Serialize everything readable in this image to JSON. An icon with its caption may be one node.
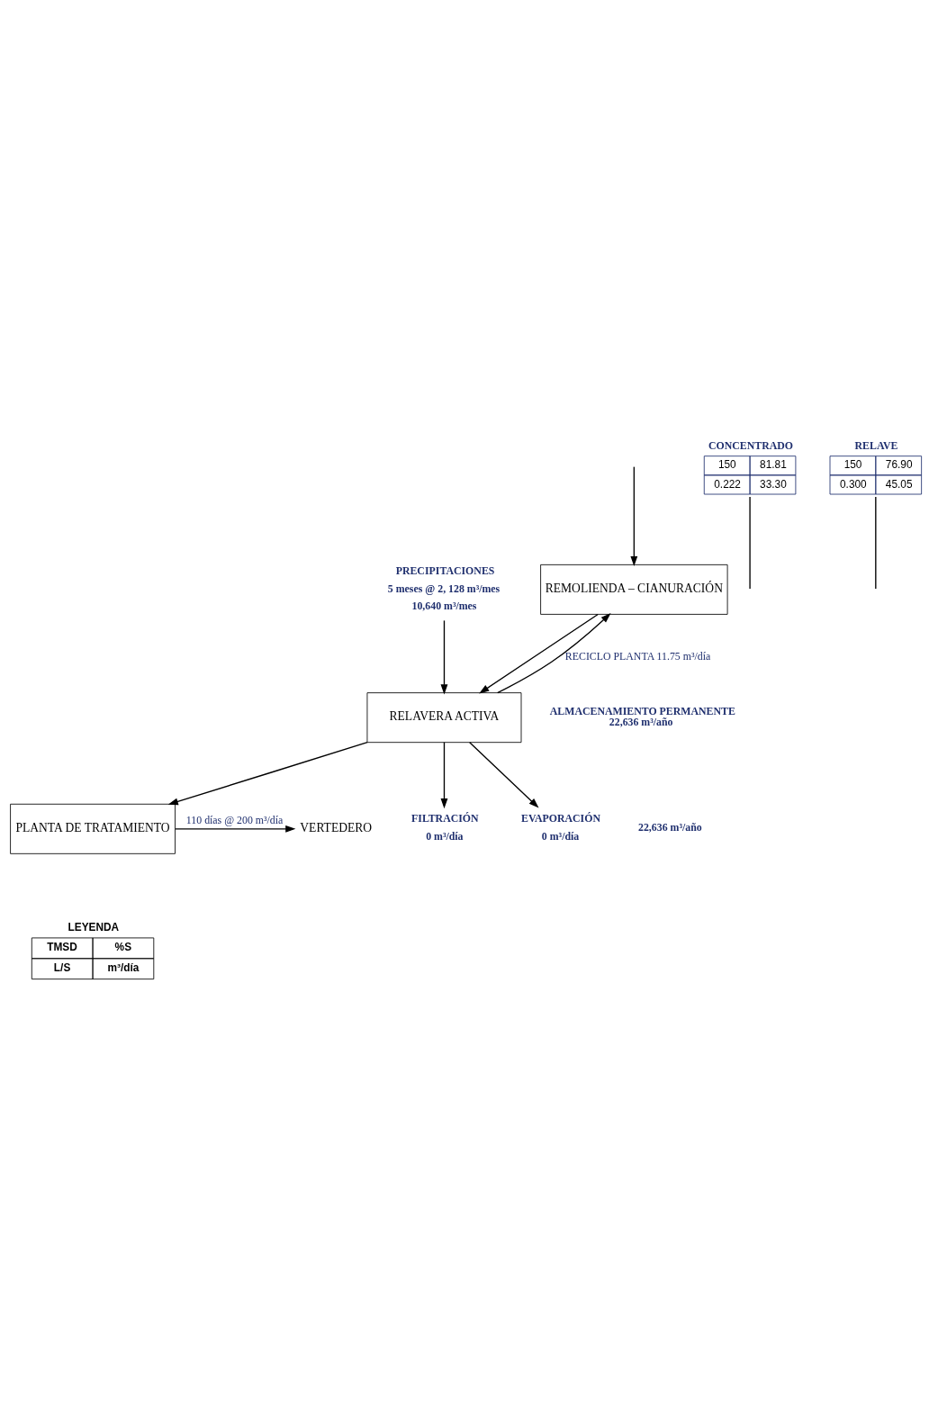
{
  "diagram": {
    "nodes": [
      {
        "text": [
          "REMOLIENDA – CIANURACIÓN"
        ]
      },
      {
        "text": [
          "RELAVERA ACTIVA"
        ]
      },
      {
        "text": [
          "PLANTA DE TRATAMIENTO"
        ]
      },
      {
        "text": [
          "VERTEDERO"
        ]
      },
      {
        "text": [
          "FILTRACIÓN",
          "0 m³/día"
        ]
      },
      {
        "text": [
          "EVAPORACIÓN",
          "0 m³/día"
        ]
      },
      {
        "text": [
          "PRECIPITACIONES",
          "5 meses @ 2, 128 m³/mes",
          "10,640 m³/mes"
        ]
      },
      {
        "text": [
          "CONCENTRADO",
          "150",
          "81.81",
          "0.222",
          "33.30"
        ]
      },
      {
        "text": [
          "RELAVE",
          "150",
          "76.90",
          "0.300",
          "45.05"
        ]
      }
    ],
    "edges": [
      {
        "from": null,
        "to": 0,
        "arrow": "to"
      },
      {
        "from": 0,
        "to": 1,
        "arrow": "to"
      },
      {
        "from": 6,
        "to": 1,
        "arrow": "to"
      },
      {
        "from": 1,
        "to": 0,
        "arrow": "to",
        "label": "RECICLO PLANTA 11.75 m³/día"
      },
      {
        "from": 1,
        "to": 2,
        "arrow": "to"
      },
      {
        "from": 1,
        "to": 4,
        "arrow": "to"
      },
      {
        "from": 1,
        "to": 5,
        "arrow": "to"
      },
      {
        "from": 2,
        "to": 3,
        "arrow": "to",
        "label": "110 días @ 200 m³/día"
      },
      {
        "from": 7,
        "to": null,
        "arrow": "none"
      },
      {
        "from": 8,
        "to": null,
        "arrow": "none"
      }
    ],
    "labels": [
      "ALMACENAMIENTO PERMANENTE",
      "22,636 m³/año",
      "22,636 m³/año",
      "LEYENDA",
      "TMSD",
      "%S",
      "L/S",
      "m³/día"
    ]
  }
}
